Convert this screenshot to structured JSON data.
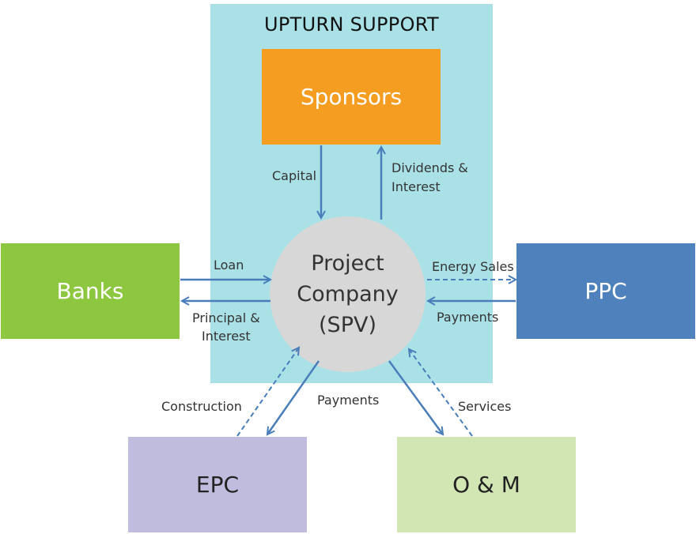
{
  "region": {
    "title": "UPTURN SUPPORT"
  },
  "nodes": {
    "sponsors": "Sponsors",
    "banks": "Banks",
    "ppc": "PPC",
    "epc": "EPC",
    "om": "O & M",
    "spv": {
      "line1": "Project",
      "line2": "Company",
      "line3": "(SPV)"
    }
  },
  "flows": {
    "capital": "Capital",
    "dividends_line1": "Dividends &",
    "dividends_line2": "Interest",
    "loan": "Loan",
    "principal_line1": "Principal &",
    "principal_line2": "Interest",
    "energy_sales": "Energy Sales",
    "ppc_payments": "Payments",
    "construction": "Construction",
    "epc_payments": "Payments",
    "services": "Services"
  },
  "colors": {
    "region": "#a9e1e7",
    "sponsors": "#f59d20",
    "banks": "#8dc63f",
    "ppc": "#4f81bd",
    "epc": "#c0bcdd",
    "om": "#d2e6b4",
    "spv": "#d7d7d7",
    "arrow": "#4a7ebb"
  }
}
